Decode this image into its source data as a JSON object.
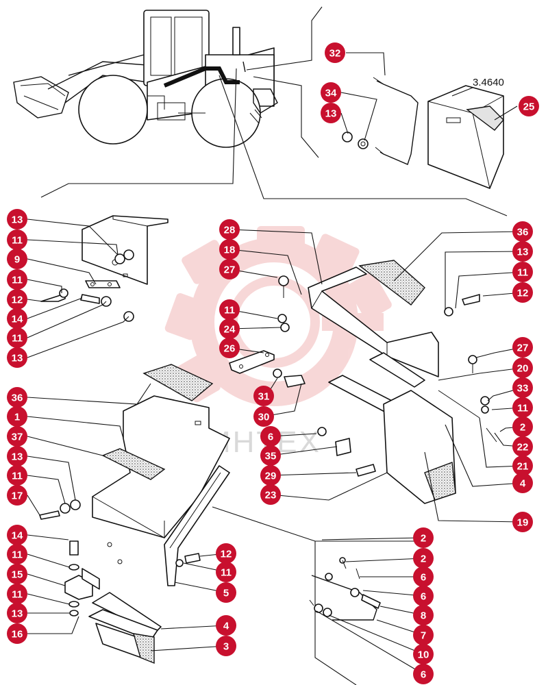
{
  "reference_number": "3.4640",
  "watermark_text": "MHTEX",
  "colors": {
    "badge": "#c8102e",
    "watermark": "#f2b8b8",
    "line": "#111111"
  },
  "callouts": [
    "32",
    "34",
    "13",
    "25",
    "13",
    "11",
    "9",
    "11",
    "12",
    "14",
    "11",
    "13",
    "28",
    "18",
    "27",
    "11",
    "24",
    "26",
    "36",
    "13",
    "11",
    "12",
    "27",
    "20",
    "33",
    "11",
    "2",
    "22",
    "21",
    "4",
    "31",
    "30",
    "6",
    "35",
    "29",
    "23",
    "19",
    "36",
    "1",
    "37",
    "13",
    "11",
    "17",
    "14",
    "11",
    "15",
    "11",
    "13",
    "16",
    "12",
    "11",
    "5",
    "4",
    "3",
    "2",
    "2",
    "6",
    "6",
    "8",
    "7",
    "10",
    "6"
  ]
}
